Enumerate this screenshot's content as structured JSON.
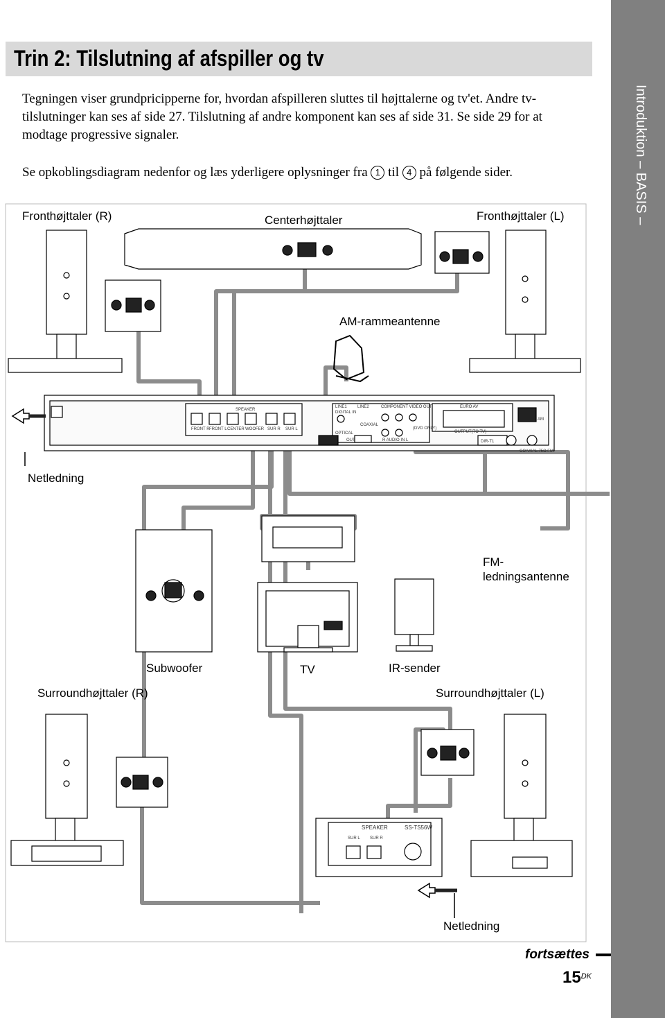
{
  "page": {
    "title": "Trin 2: Tilslutning af afspiller og tv",
    "intro_p1": "Tegningen viser grundpricipperne for, hvordan afspilleren sluttes til højttalerne og tv'et. Andre tv-tilslutninger kan ses af side 27. Tilslutning af andre komponent kan ses af side 31. Se side 29 for at modtage progressive signaler.",
    "intro_p2_before": "Se opkoblingsdiagram nedenfor og læs yderligere oplysninger fra",
    "step_first": "1",
    "intro_p2_middle": "til",
    "step_last": "4",
    "intro_p2_after": "på følgende sider.",
    "side_tab": "Introduktion – BASIS –",
    "continues": "fortsættes",
    "page_number": "15",
    "page_suffix": "DK"
  },
  "diagram": {
    "labels": {
      "front_r": "Fronthøjttaler (R)",
      "center": "Centerhøjttaler",
      "front_l": "Fronthøjttaler (L)",
      "am_antenna": "AM-rammeantenne",
      "power_cord_1": "Netledning",
      "fm_antenna": "FM-\nledningsantenne",
      "subwoofer": "Subwoofer",
      "tv": "TV",
      "ir_sender": "IR-sender",
      "surround_r": "Surroundhøjttaler (R)",
      "surround_l": "Surroundhøjttaler (L)",
      "power_cord_2": "Netledning"
    },
    "rear_panel": {
      "speaker": "SPEAKER",
      "line1": "LINE1",
      "line2": "LINE2",
      "digital_in": "DIGITAL IN",
      "coaxial": "COAXIAL",
      "optical": "OPTICAL",
      "component": "COMPONENT VIDEO OUT",
      "euro_av": "EURO AV",
      "output_tv": "OUTPUT(TO TV)",
      "dir_t1": "DIR-T1",
      "dvd_only": "(DVD ONLY)",
      "audio_in": "R  AUDIO IN  L",
      "out": "OUT",
      "front_r": "FRONT R",
      "front_l": "FRONT L",
      "center_t": "CENTER",
      "woofer": "WOOFER",
      "sur_r": "SUR R",
      "sur_l": "SUR L",
      "am": "AM",
      "coaxial_fm": "COAXIAL 75Ω FM"
    },
    "rear_module": {
      "speaker": "SPEAKER",
      "ss_ts56w": "SS-TS56W",
      "sur_l": "SUR L",
      "sur_r": "SUR R"
    }
  }
}
